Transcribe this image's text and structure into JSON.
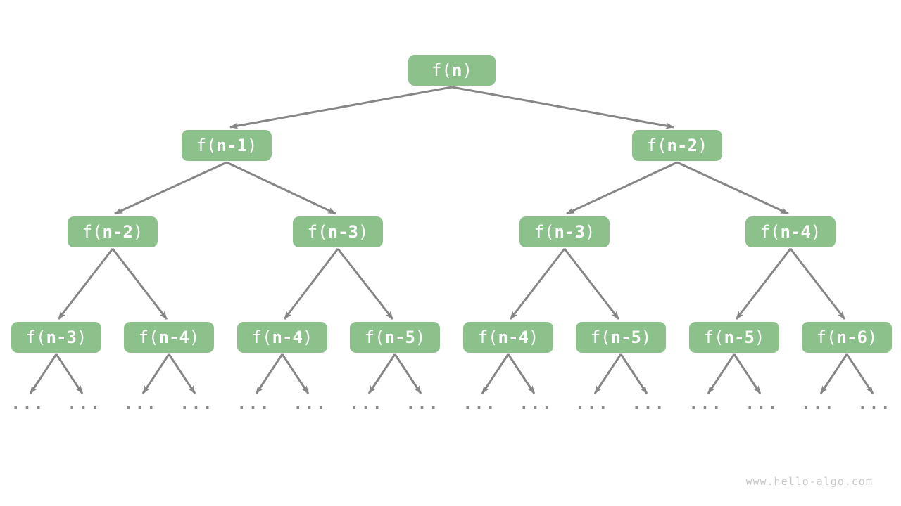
{
  "diagram": {
    "type": "recursion-tree",
    "nodes": [
      {
        "level": 1,
        "prefix": "f(",
        "arg": "n",
        "suffix": ")"
      },
      {
        "level": 2,
        "prefix": "f(",
        "arg": "n-1",
        "suffix": ")"
      },
      {
        "level": 2,
        "prefix": "f(",
        "arg": "n-2",
        "suffix": ")"
      },
      {
        "level": 3,
        "prefix": "f(",
        "arg": "n-2",
        "suffix": ")"
      },
      {
        "level": 3,
        "prefix": "f(",
        "arg": "n-3",
        "suffix": ")"
      },
      {
        "level": 3,
        "prefix": "f(",
        "arg": "n-3",
        "suffix": ")"
      },
      {
        "level": 3,
        "prefix": "f(",
        "arg": "n-4",
        "suffix": ")"
      },
      {
        "level": 4,
        "prefix": "f(",
        "arg": "n-3",
        "suffix": ")"
      },
      {
        "level": 4,
        "prefix": "f(",
        "arg": "n-4",
        "suffix": ")"
      },
      {
        "level": 4,
        "prefix": "f(",
        "arg": "n-4",
        "suffix": ")"
      },
      {
        "level": 4,
        "prefix": "f(",
        "arg": "n-5",
        "suffix": ")"
      },
      {
        "level": 4,
        "prefix": "f(",
        "arg": "n-4",
        "suffix": ")"
      },
      {
        "level": 4,
        "prefix": "f(",
        "arg": "n-5",
        "suffix": ")"
      },
      {
        "level": 4,
        "prefix": "f(",
        "arg": "n-5",
        "suffix": ")"
      },
      {
        "level": 4,
        "prefix": "f(",
        "arg": "n-6",
        "suffix": ")"
      }
    ],
    "edges": [
      [
        0,
        1
      ],
      [
        0,
        2
      ],
      [
        1,
        3
      ],
      [
        1,
        4
      ],
      [
        2,
        5
      ],
      [
        2,
        6
      ],
      [
        3,
        7
      ],
      [
        3,
        8
      ],
      [
        4,
        9
      ],
      [
        4,
        10
      ],
      [
        5,
        11
      ],
      [
        5,
        12
      ],
      [
        6,
        13
      ],
      [
        6,
        14
      ]
    ],
    "ellipsis": "...",
    "ellipsis_count": 16,
    "watermark": "www.hello-algo.com",
    "colors": {
      "node_fill": "#8cc18c",
      "node_text": "#ffffff",
      "edge": "#868686",
      "ellipsis": "#8c8c8c",
      "watermark": "#c8c8c8",
      "background": "#ffffff"
    }
  }
}
